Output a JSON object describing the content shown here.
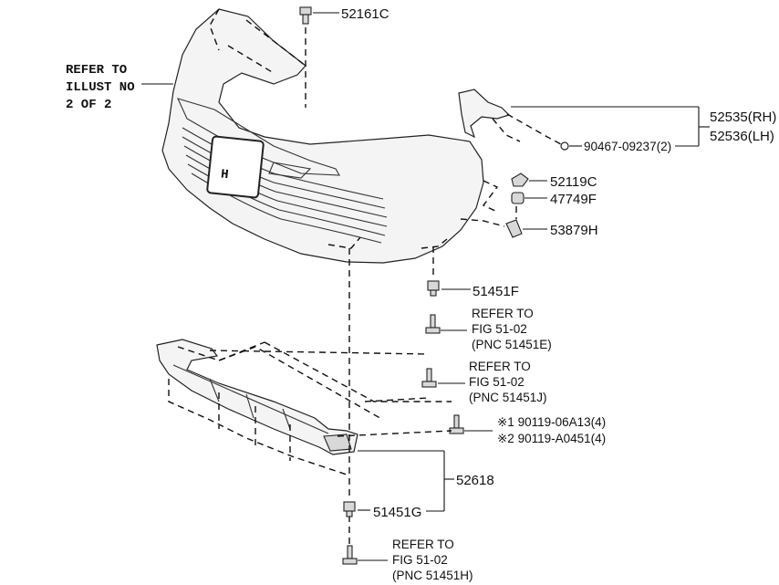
{
  "refer_main": [
    "REFER TO",
    "ILLUST NO",
    "2 OF 2"
  ],
  "parts": {
    "p52161C": "52161C",
    "p52535": "52535(RH)",
    "p52536": "52536(LH)",
    "p90467": "90467-09237(2)",
    "p52119C": "52119C",
    "p47749F": "47749F",
    "p53879H": "53879H",
    "p51451F": "51451F",
    "p52618": "52618",
    "p51451G": "51451G",
    "p90119a": "※1 90119-06A13(4)",
    "p90119b": "※2 90119-A0451(4)"
  },
  "refs": {
    "ref_e": [
      "REFER TO",
      "FIG 51-02",
      "(PNC 51451E)"
    ],
    "ref_j": [
      "REFER TO",
      "FIG 51-02",
      "(PNC 51451J)"
    ],
    "ref_h": [
      "REFER TO",
      "FIG 51-02",
      "(PNC 51451H)"
    ]
  }
}
